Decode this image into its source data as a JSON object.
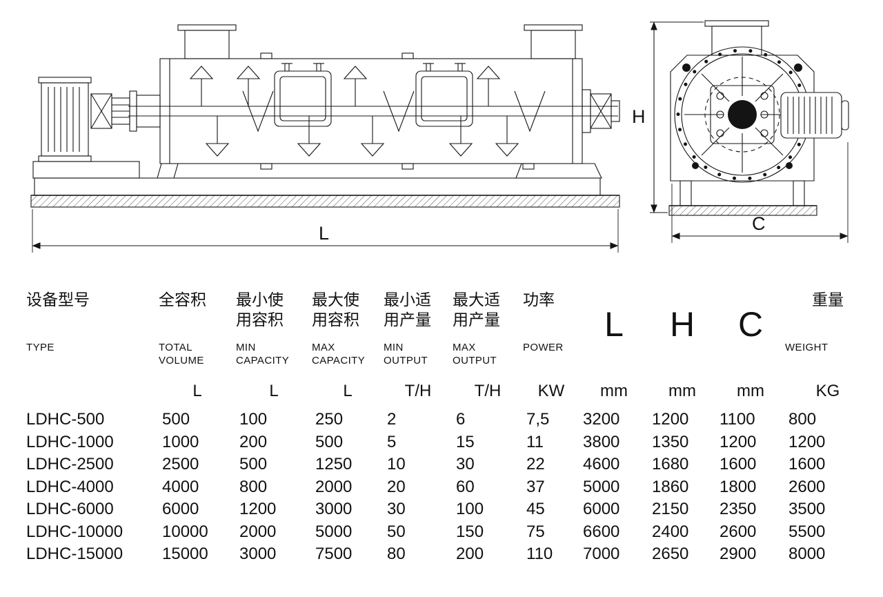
{
  "drawing": {
    "label_l": "L",
    "label_h": "H",
    "label_c": "C",
    "side_view_name": "ploughshare-mixer-side-elevation",
    "end_view_name": "ploughshare-mixer-end-view",
    "line_color": "#141414"
  },
  "table": {
    "columns": [
      {
        "zh": "设备型号",
        "en": "TYPE",
        "unit": ""
      },
      {
        "zh": "全容积",
        "en": "TOTAL\nVOLUME",
        "unit": "L"
      },
      {
        "zh": "最小使\n用容积",
        "en": "MIN\nCAPACITY",
        "unit": "L"
      },
      {
        "zh": "最大使\n用容积",
        "en": "MAX\nCAPACITY",
        "unit": "L"
      },
      {
        "zh": "最小适\n用产量",
        "en": "MIN\nOUTPUT",
        "unit": "T/H"
      },
      {
        "zh": "最大适\n用产量",
        "en": "MAX\nOUTPUT",
        "unit": "T/H"
      },
      {
        "zh": "功率",
        "en": "POWER",
        "unit": "KW"
      },
      {
        "zh": "",
        "en": "L",
        "unit": "mm"
      },
      {
        "zh": "",
        "en": "H",
        "unit": "mm"
      },
      {
        "zh": "",
        "en": "C",
        "unit": "mm"
      },
      {
        "zh": "重量",
        "en": "WEIGHT",
        "unit": "KG"
      }
    ],
    "rows": [
      [
        "LDHC-500",
        "500",
        "100",
        "250",
        "2",
        "6",
        "7,5",
        "3200",
        "1200",
        "1100",
        "800"
      ],
      [
        "LDHC-1000",
        "1000",
        "200",
        "500",
        "5",
        "15",
        "11",
        "3800",
        "1350",
        "1200",
        "1200"
      ],
      [
        "LDHC-2500",
        "2500",
        "500",
        "1250",
        "10",
        "30",
        "22",
        "4600",
        "1680",
        "1600",
        "1600"
      ],
      [
        "LDHC-4000",
        "4000",
        "800",
        "2000",
        "20",
        "60",
        "37",
        "5000",
        "1860",
        "1800",
        "2600"
      ],
      [
        "LDHC-6000",
        "6000",
        "1200",
        "3000",
        "30",
        "100",
        "45",
        "6000",
        "2150",
        "2350",
        "3500"
      ],
      [
        "LDHC-10000",
        "10000",
        "2000",
        "5000",
        "50",
        "150",
        "75",
        "6600",
        "2400",
        "2600",
        "5500"
      ],
      [
        "LDHC-15000",
        "15000",
        "3000",
        "7500",
        "80",
        "200",
        "110",
        "7000",
        "2650",
        "2900",
        "8000"
      ]
    ]
  }
}
